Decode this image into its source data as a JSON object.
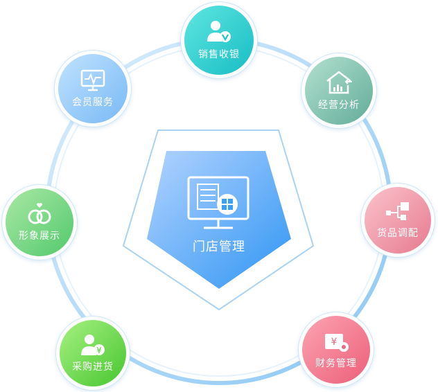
{
  "center": {
    "label": "门店管理",
    "icon": "monitor-windows-icon"
  },
  "nodes": [
    {
      "key": "sales",
      "label": "销售收银",
      "icon": "user-checkout-icon"
    },
    {
      "key": "analysis",
      "label": "经营分析",
      "icon": "house-chart-icon"
    },
    {
      "key": "goods",
      "label": "货品调配",
      "icon": "distribution-tree-icon"
    },
    {
      "key": "finance",
      "label": "财务管理",
      "icon": "money-gear-icon"
    },
    {
      "key": "purchase",
      "label": "采购进货",
      "icon": "user-yuan-icon"
    },
    {
      "key": "image",
      "label": "形象展示",
      "icon": "rings-heart-icon"
    },
    {
      "key": "member",
      "label": "会员服务",
      "icon": "monitor-pulse-icon"
    }
  ],
  "colors": {
    "ring": "#9fd0f5",
    "center_top": "#a9cfff",
    "center_bottom": "#3aa0f5",
    "sales": [
      "#5fe6e0",
      "#1ec3c8"
    ],
    "analysis": [
      "#a9d9c8",
      "#6fb7a3"
    ],
    "goods": [
      "#f8b5c0",
      "#ea8195"
    ],
    "finance": [
      "#fa9aa8",
      "#ef6a83"
    ],
    "purchase": [
      "#9bef7c",
      "#53cc3a"
    ],
    "image": [
      "#9de69a",
      "#5ccf73"
    ],
    "member": [
      "#b5dcff",
      "#7fbef7"
    ]
  }
}
